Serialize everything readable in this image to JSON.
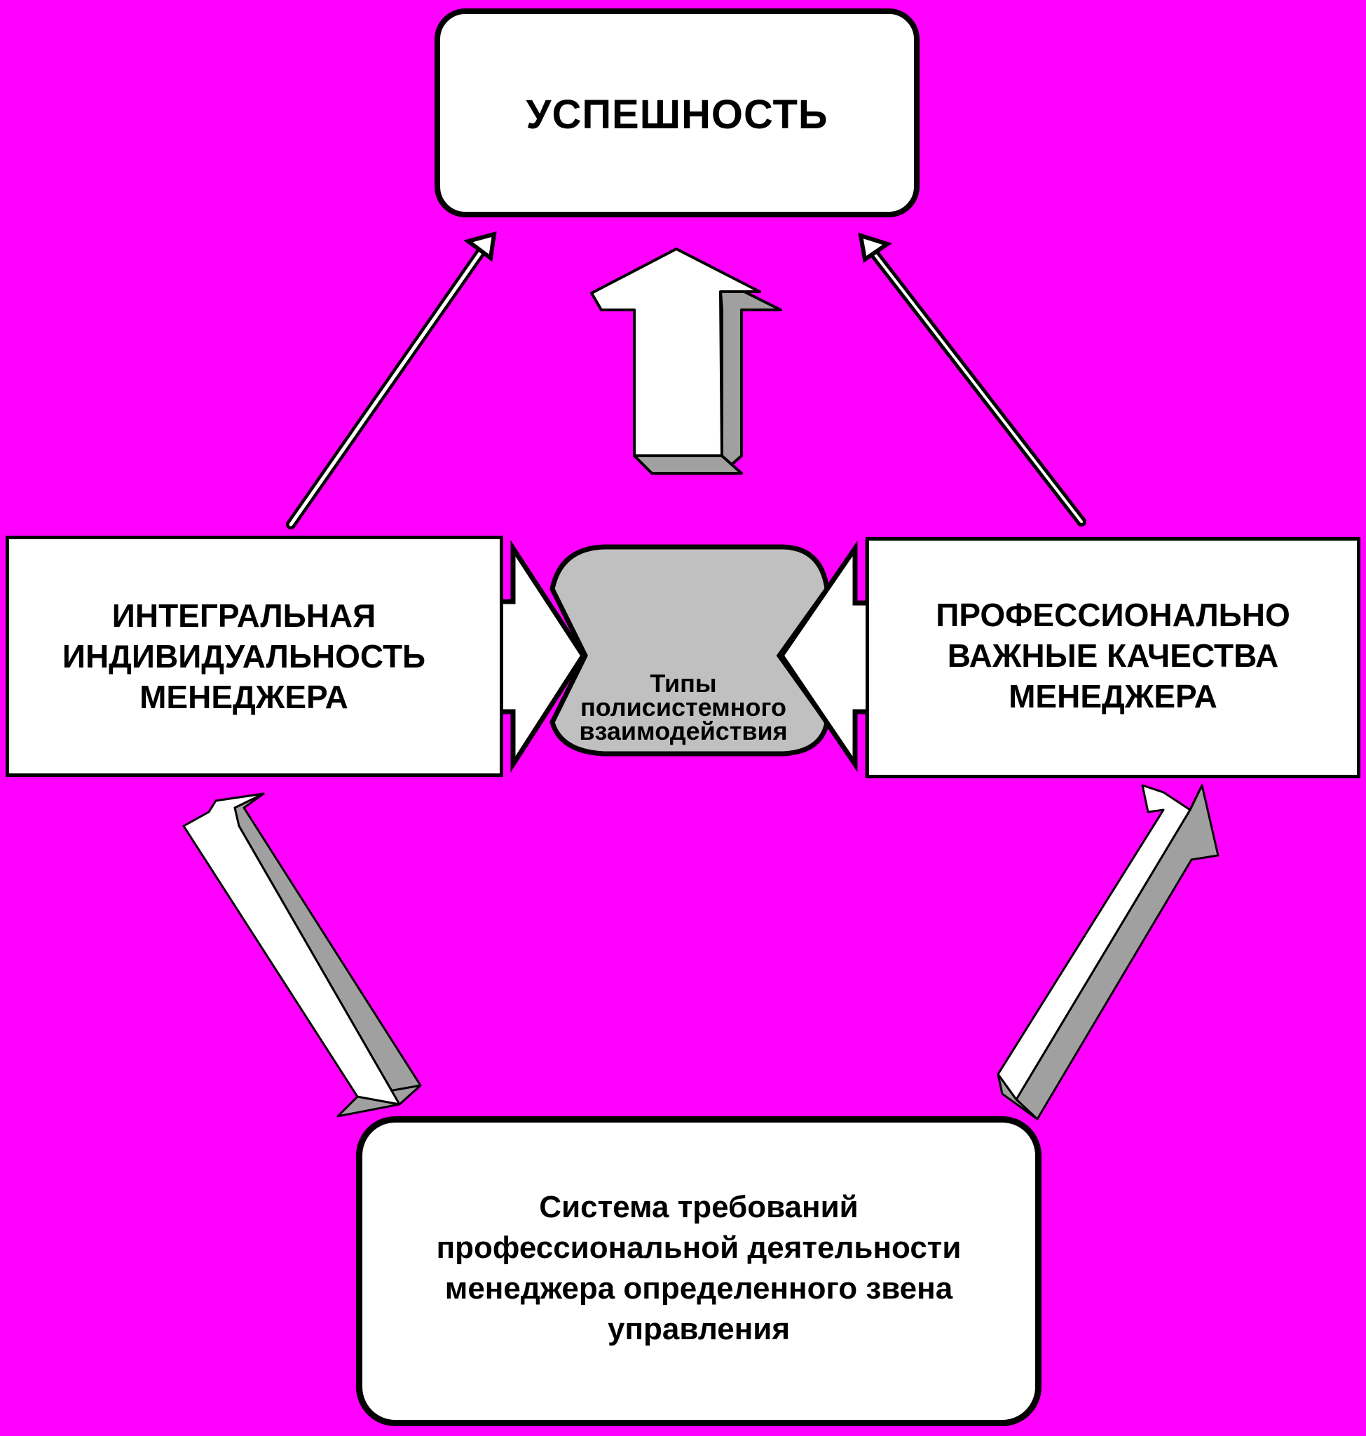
{
  "diagram": {
    "top_box": {
      "label": "УСПЕШНОСТЬ"
    },
    "left_box": {
      "label": "ИНТЕГРАЛЬНАЯ\nИНДИВИДУАЛЬНОСТЬ\nМЕНЕДЖЕРА"
    },
    "right_box": {
      "label": "ПРОФЕССИОНАЛЬНО\nВАЖНЫЕ КАЧЕСТВА\nМЕНЕДЖЕРА"
    },
    "center_node": {
      "label": "Типы\nполисистемного\nвзаимодействия"
    },
    "bottom_box": {
      "label": "Система требований\nпрофессиональной деятельности\nменеджера определенного звена\nуправления"
    }
  },
  "colors": {
    "background": "#ff00ff",
    "box_fill": "#ffffff",
    "outline": "#000000",
    "center_fill": "#c0c0c0",
    "arrow_shade": "#a0a0a0",
    "arrow_light": "#ffffff"
  }
}
